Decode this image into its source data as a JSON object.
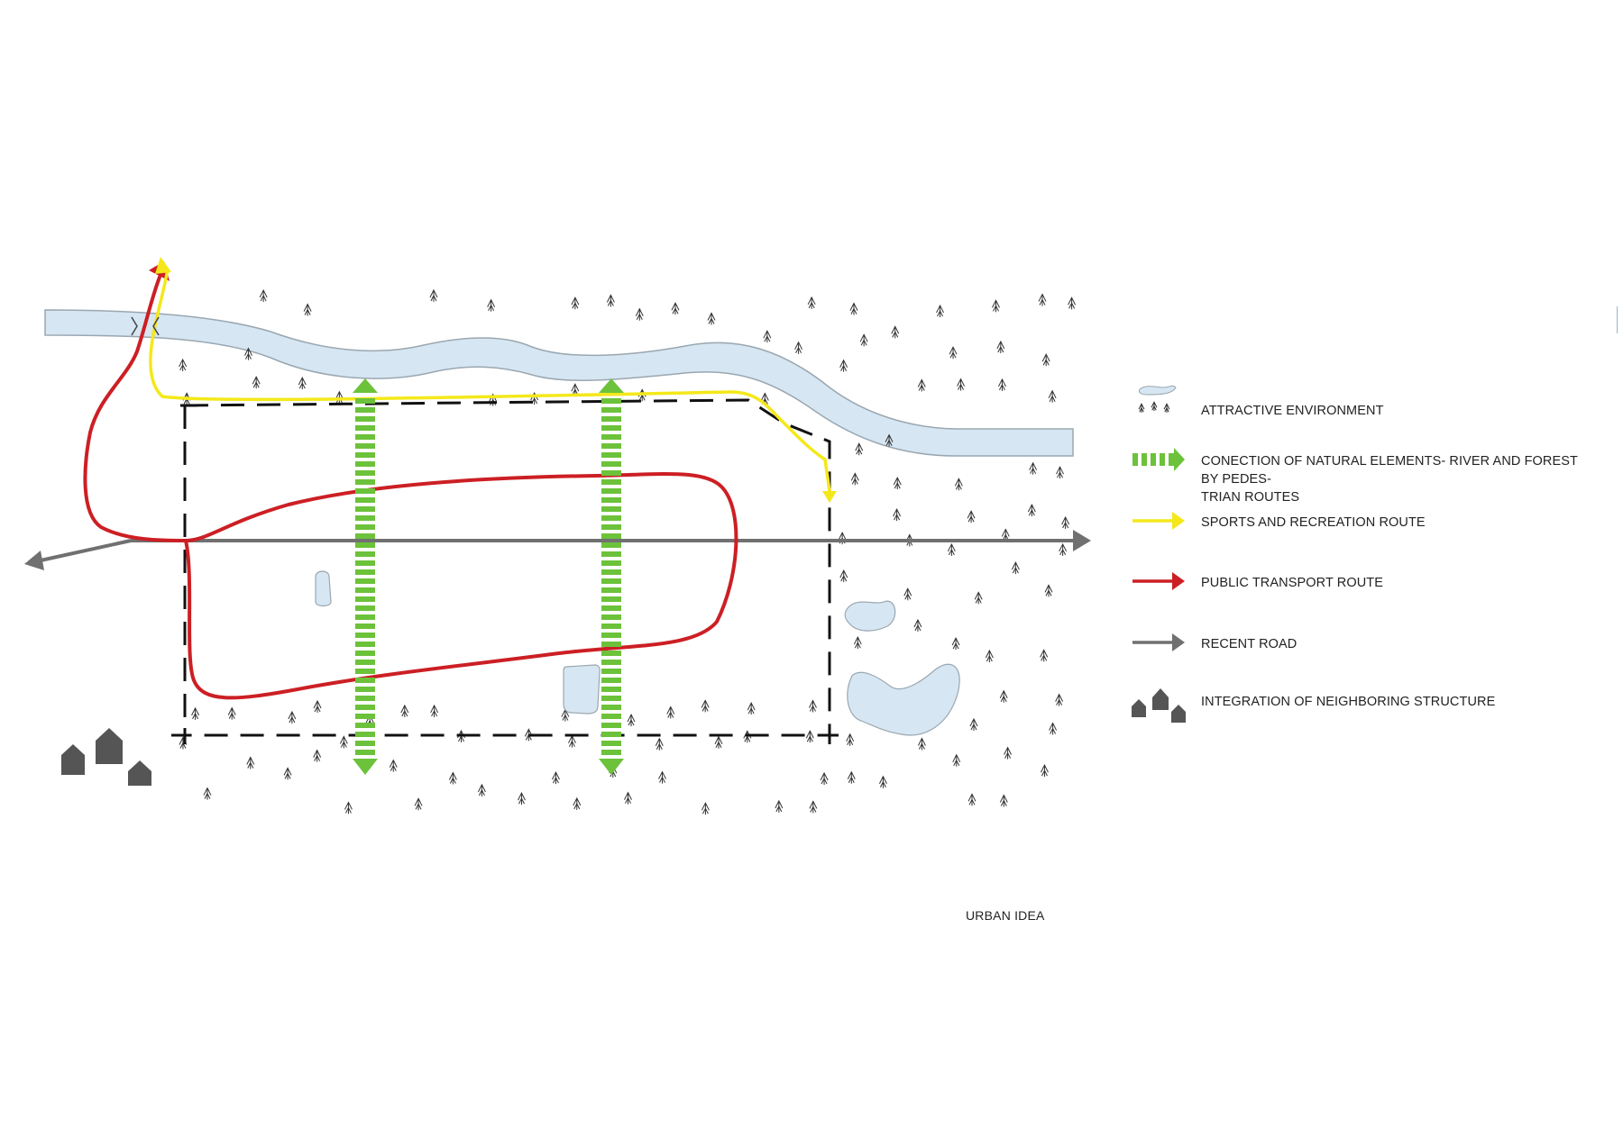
{
  "legend": [
    {
      "key": "environment",
      "label": "ATTRACTIVE  ENVIRONMENT"
    },
    {
      "key": "pedestrian",
      "label": "CONECTION OF NATURAL ELEMENTS- RIVER AND FOREST BY  PEDES-",
      "label_line2": "TRIAN ROUTES"
    },
    {
      "key": "sports",
      "label": "SPORTS AND RECREATION ROUTE"
    },
    {
      "key": "transport",
      "label": "PUBLIC TRANSPORT ROUTE"
    },
    {
      "key": "road",
      "label": "RECENT ROAD"
    },
    {
      "key": "neighbors",
      "label": "INTEGRATION OF NEIGHBORING STRUCTURE"
    }
  ],
  "caption": "URBAN  IDEA",
  "colors": {
    "water_fill": "#d6e6f3",
    "water_stroke": "#9aa7b0",
    "green": "#6cc23a",
    "yellow": "#f4e81a",
    "red": "#cc1f24",
    "gray_road": "#707070",
    "house": "#555555",
    "tree": "#333333",
    "boundary": "#111111"
  },
  "icons": {
    "tree": "tree-icon",
    "house": "house-icon",
    "lake": "lake-icon"
  }
}
